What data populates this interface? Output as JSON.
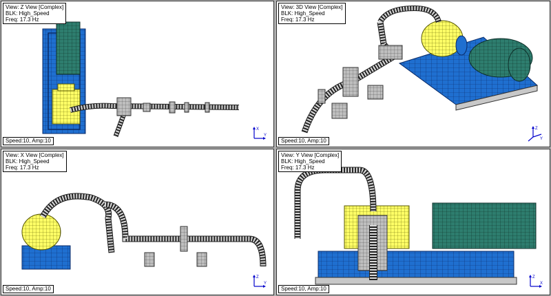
{
  "colors": {
    "background": "#b0b0b0",
    "viewport_bg": "#ffffff",
    "motor_green": "#2e7d6e",
    "base_blue": "#1f6fd0",
    "pump_yellow": "#ffff66",
    "structure_gray": "#bfbfbf",
    "triad_blue": "#0000cc"
  },
  "viewports": [
    {
      "id": "z",
      "view_label": "View: Z View [Complex]",
      "blk_label": "BLK: High_Speed",
      "freq_label": "Freq: 17.3 Hz",
      "status": "Speed:10, Amp:10",
      "triad": {
        "up": "X",
        "right": "Y"
      }
    },
    {
      "id": "3d",
      "view_label": "View: 3D View [Complex]",
      "blk_label": "BLK: High_Speed",
      "freq_label": "Freq: 17.3 Hz",
      "status": "Speed:10, Amp:10",
      "triad": {
        "up": "Z",
        "right": "Y"
      }
    },
    {
      "id": "x",
      "view_label": "View: X View [Complex]",
      "blk_label": "BLK: High_Speed",
      "freq_label": "Freq: 17.3 Hz",
      "status": "Speed:10, Amp:10",
      "triad": {
        "up": "Z",
        "right": "Y"
      }
    },
    {
      "id": "y",
      "view_label": "View: Y View [Complex]",
      "blk_label": "BLK: High_Speed",
      "freq_label": "Freq: 17.3 Hz",
      "status": "Speed:10, Amp:10",
      "triad": {
        "up": "Z",
        "right": "X"
      }
    }
  ]
}
